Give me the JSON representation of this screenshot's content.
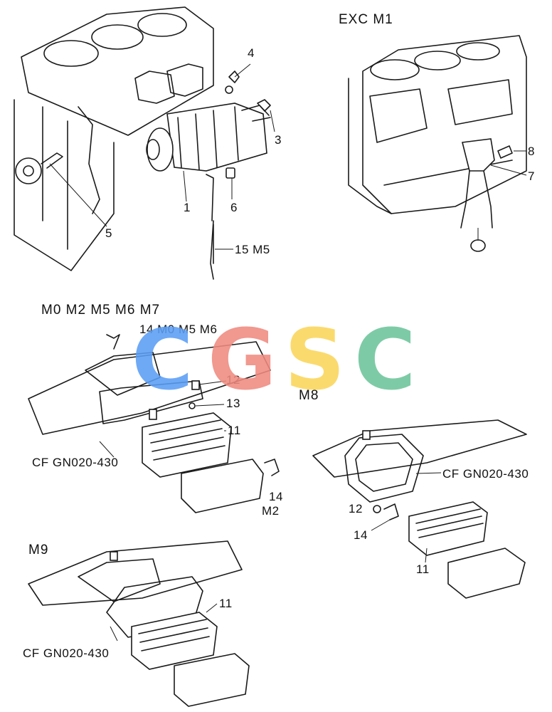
{
  "headers": {
    "exc_m1": "EXC M1",
    "group_a": "M0 M2 M5 M6 M7",
    "m8": "M8",
    "m9": "M9"
  },
  "callouts": {
    "c1": "1",
    "c3": "3",
    "c4": "4",
    "c5": "5",
    "c6": "6",
    "c7": "7",
    "c8": "8",
    "c15": "15 M5",
    "c14a": "14 M0 M5 M6",
    "c12a": "12",
    "c13": "13",
    "c11a": "11",
    "cf_a": "CF GN020-430",
    "c14b": "14",
    "m2": "M2",
    "cf_b": "CF GN020-430",
    "c12b": "12",
    "c14c": "14",
    "c11b": "11",
    "c11c": "11",
    "cf_c": "CF GN020-430"
  },
  "watermark": {
    "letters": [
      "C",
      "G",
      "S",
      "C"
    ],
    "colors": [
      "#5b9ef5",
      "#f08a80",
      "#fbd65a",
      "#6cc49a"
    ]
  }
}
